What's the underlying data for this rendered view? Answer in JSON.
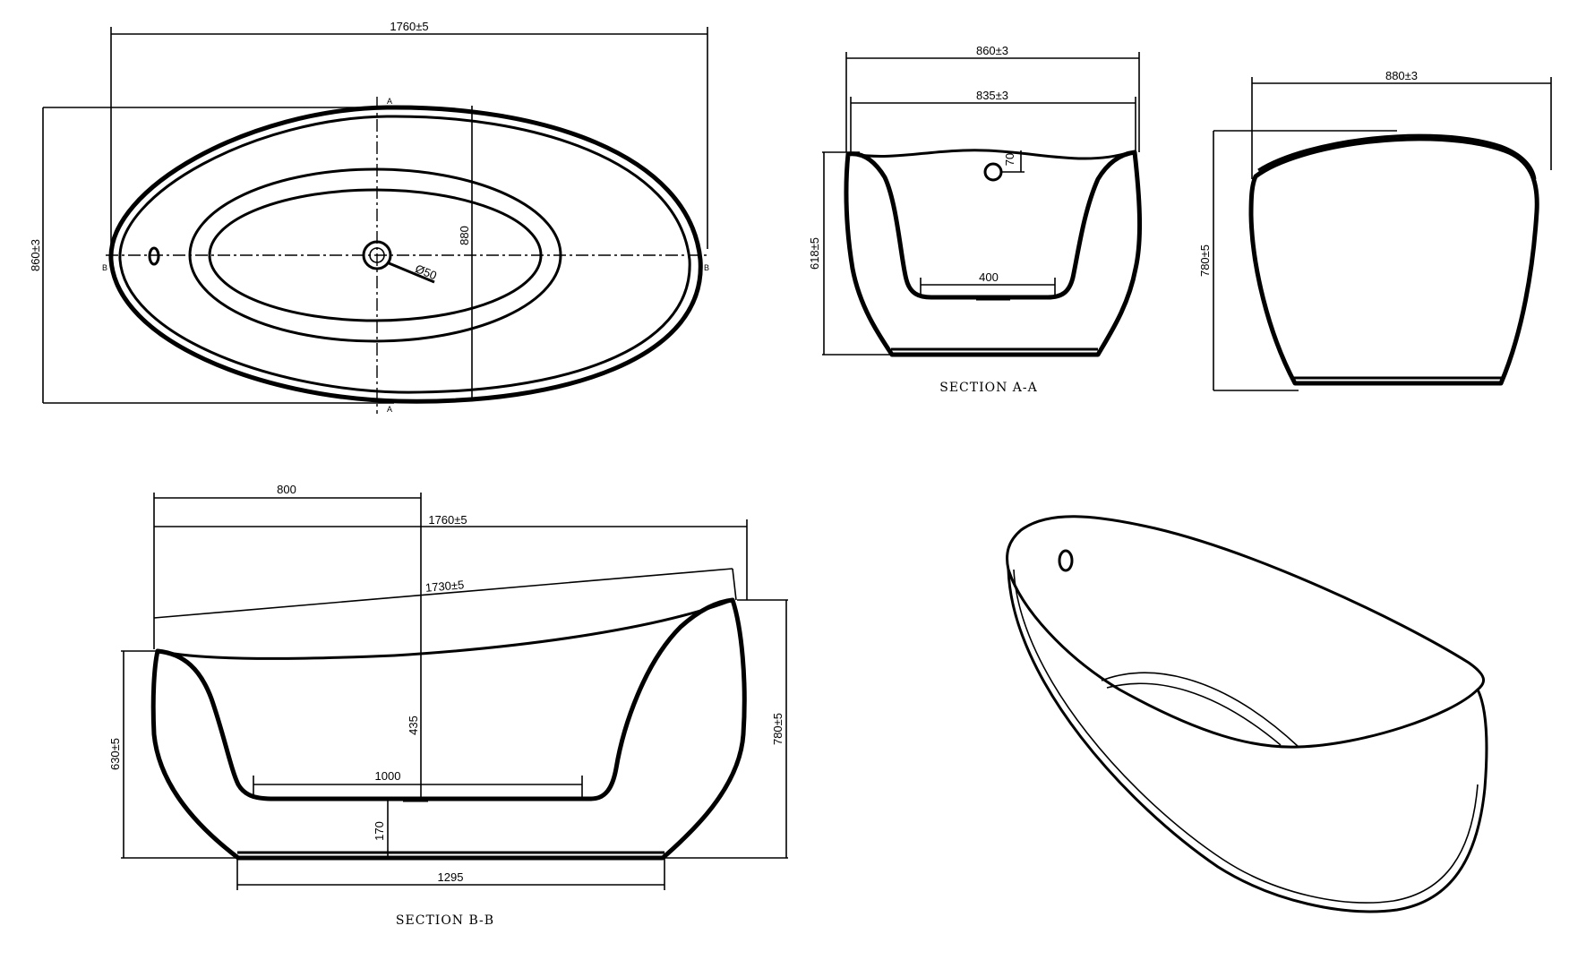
{
  "top_view": {
    "length_dim": "1760±5",
    "width_dim": "860±3",
    "inner_width_dim": "880",
    "drain_dim": "Ø50",
    "section_a_marker": "A",
    "section_b_marker": "B"
  },
  "section_aa": {
    "outer_width_dim": "860±3",
    "inner_width_dim": "835±3",
    "height_dim": "618±5",
    "overflow_dim": "70",
    "floor_width_dim": "400",
    "label": "SECTION A-A"
  },
  "end_view": {
    "width_dim": "880±3",
    "height_dim": "780±5"
  },
  "section_bb": {
    "head_dim": "800",
    "length_dim": "1760±5",
    "inner_length_dim": "1730±5",
    "left_height_dim": "630±5",
    "right_height_dim": "780±5",
    "depth_dim": "435",
    "floor_length_dim": "1000",
    "base_height_dim": "170",
    "base_length_dim": "1295",
    "label": "SECTION B-B"
  }
}
